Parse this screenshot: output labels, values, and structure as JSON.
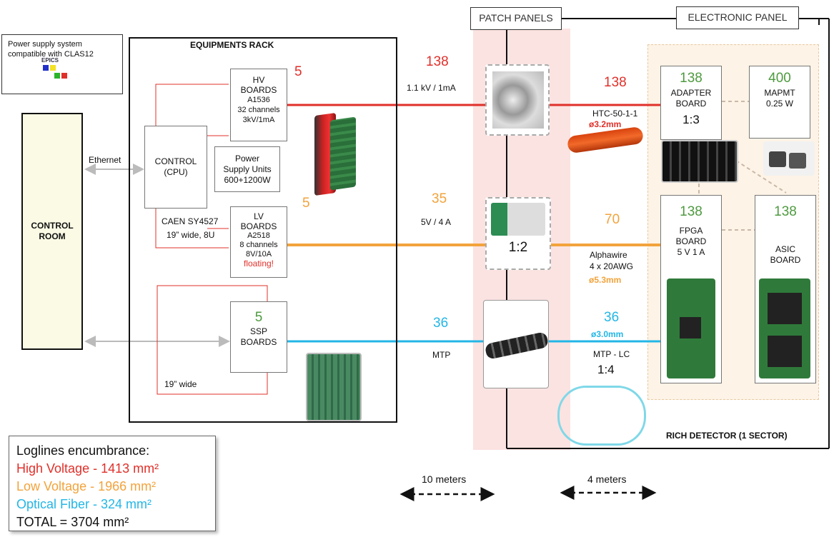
{
  "power_supply": {
    "line1": "Power supply system",
    "line2": "compatible with CLAS12",
    "epics": "EPICS"
  },
  "control_room": "CONTROL\nROOM",
  "ethernet": "Ethernet",
  "rack": {
    "title": "EQUIPMENTS RACK",
    "control": "CONTROL\n(CPU)",
    "psu": "Power\nSupply Units\n600+1200W",
    "hv": {
      "title": "HV\nBOARDS",
      "model": "A1536",
      "channels": "32 channels",
      "rating": "3kV/1mA",
      "count": "5"
    },
    "lv": {
      "title": "LV\nBOARDS",
      "model": "A2518",
      "channels": "8 channels",
      "rating": "8V/10A",
      "floating": "floating!",
      "count": "5"
    },
    "ssp": {
      "title": "SSP\nBOARDS",
      "count": "5"
    },
    "caen": "CAEN SY4527",
    "caen_dim": "19” wide, 8U",
    "ssp_dim": "19” wide"
  },
  "patch_panels": {
    "title": "PATCH PANELS",
    "ratio": "1:2"
  },
  "electronic_panel": {
    "title": "ELECTRONIC PANEL"
  },
  "hv_line": {
    "count_left": "138",
    "spec_left": "1.1 kV / 1mA",
    "count_right": "138",
    "cable": "HTC-50-1-1",
    "diameter": "ø3.2mm"
  },
  "lv_line": {
    "count_left": "35",
    "spec_left": "5V / 4 A",
    "count_right": "70",
    "cable": "Alphawire",
    "cable2": "4 x 20AWG",
    "diameter": "ø5.3mm"
  },
  "fiber_line": {
    "count_left": "36",
    "spec_left": "MTP",
    "count_right": "36",
    "diameter": "ø3.0mm",
    "cable": "MTP - LC",
    "ratio": "1:4"
  },
  "detector": {
    "adapter": {
      "count": "138",
      "label": "ADAPTER\nBOARD",
      "ratio": "1:3"
    },
    "mapmt": {
      "count": "400",
      "label": "MAPMT",
      "power": "0.25 W"
    },
    "fpga": {
      "count": "138",
      "label": "FPGA\nBOARD",
      "power": "5 V 1 A"
    },
    "asic": {
      "count": "138",
      "label": "ASIC\nBOARD"
    },
    "title": "RICH DETECTOR (1 SECTOR)"
  },
  "distances": {
    "left": "10 meters",
    "right": "4 meters"
  },
  "legend": {
    "title": "Loglines encumbrance:",
    "hv": "High Voltage - 1413 mm²",
    "lv": "Low Voltage -  1966 mm²",
    "fiber": "Optical Fiber - 324 mm²",
    "total": "TOTAL = 3704 mm²"
  },
  "colors": {
    "hv": "#e0302a",
    "lv": "#f2a33c",
    "fiber": "#23b6e6",
    "count_green": "#4e9a3f"
  }
}
